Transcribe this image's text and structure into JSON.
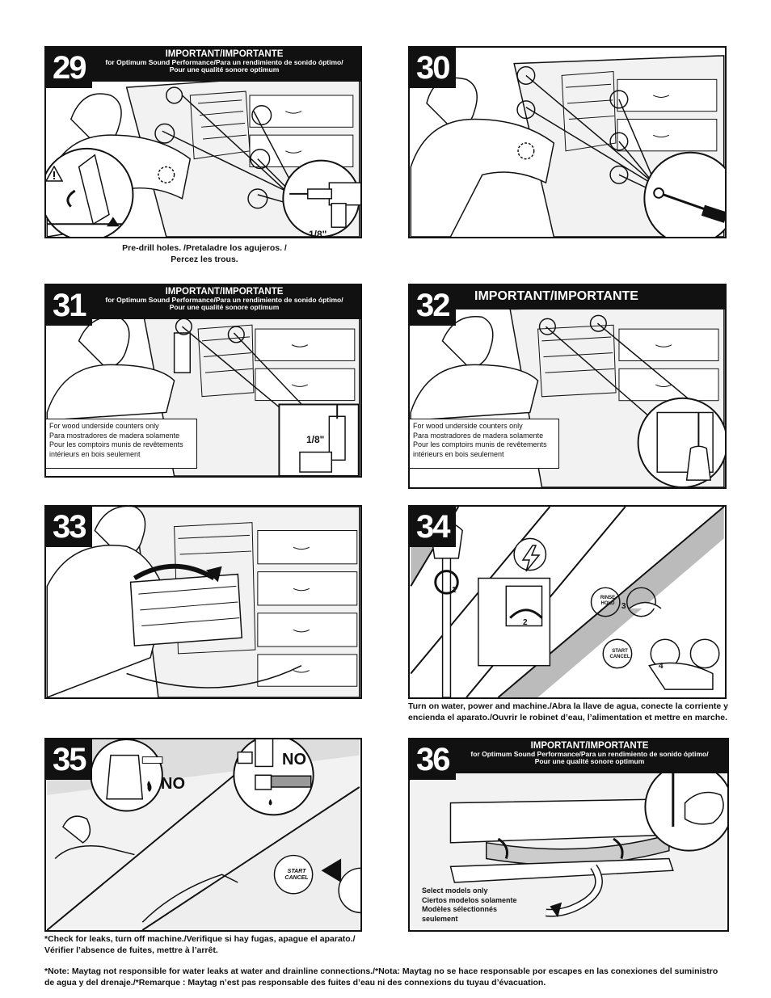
{
  "steps": [
    {
      "number": "29",
      "important_title": "IMPORTANT/IMPORTANTE",
      "important_sub": "for Optimum Sound Performance/Para un rendimiento de sonido óptimo/",
      "important_sub2": "Pour une qualité sonore optimum",
      "drill_size": "1/8\"",
      "caption_line1": "Pre-drill holes. /Pretaladre los agujeros. /",
      "caption_line2": "Percez les trous."
    },
    {
      "number": "30"
    },
    {
      "number": "31",
      "important_title": "IMPORTANT/IMPORTANTE",
      "important_sub": "for Optimum Sound Performance/Para un rendimiento de sonido óptimo/",
      "important_sub2": "Pour une qualité sonore optimum",
      "drill_size": "1/8\"",
      "note_en": "For wood underside counters only",
      "note_es": "Para mostradores de madera solamente",
      "note_fr": "Pour les comptoirs munis de revêtements intérieurs en bois seulement"
    },
    {
      "number": "32",
      "important_title": "IMPORTANT/IMPORTANTE",
      "note_en": "For wood underside counters only",
      "note_es": "Para mostradores de madera solamente",
      "note_fr": "Pour les comptoirs munis de revêtements intérieurs en bois seulement"
    },
    {
      "number": "33"
    },
    {
      "number": "34",
      "button_rinse": "RINSE",
      "button_hold": "HOLD",
      "button_start": "START",
      "button_cancel": "CANCEL",
      "marker_1": "1",
      "marker_2": "2",
      "marker_3": "3",
      "marker_4": "4",
      "caption_line1": "Turn on water, power and machine./Abra la llave de agua, conecte la corriente y",
      "caption_line2": "encienda el aparato./Ouvrir le robinet d’eau, l’alimentation et mettre en marche."
    },
    {
      "number": "35",
      "no_label_1": "NO",
      "no_label_2": "NO",
      "button_start": "START",
      "button_cancel": "CANCEL",
      "caption_line1": "*Check for leaks, turn off machine./Verifique si hay fugas, apague el aparato./",
      "caption_line2": "Vérifier l’absence de fuites, mettre à l’arrêt."
    },
    {
      "number": "36",
      "important_title": "IMPORTANT/IMPORTANTE",
      "important_sub": "for Optimum Sound Performance/Para un rendimiento de sonido óptimo/",
      "important_sub2": "Pour une qualité sonore optimum",
      "select_en": "Select models only",
      "select_es": "Ciertos modelos solamente",
      "select_fr1": "Modèles sélectionnés",
      "select_fr2": "seulement"
    }
  ],
  "footer_note_line1": "*Note: Maytag not responsible for water leaks at water and drainline connections./*Nota: Maytag no se hace responsable por escapes en las conexiones del suministro",
  "footer_note_line2": "de agua y del drenaje./*Remarque : Maytag n’est pas responsable des fuites d’eau ni des connexions du tuyau d’évacuation.",
  "icons": [
    "warning-triangle-icon",
    "electric-power-icon",
    "water-drop-icon",
    "rotate-arrow-icon"
  ]
}
